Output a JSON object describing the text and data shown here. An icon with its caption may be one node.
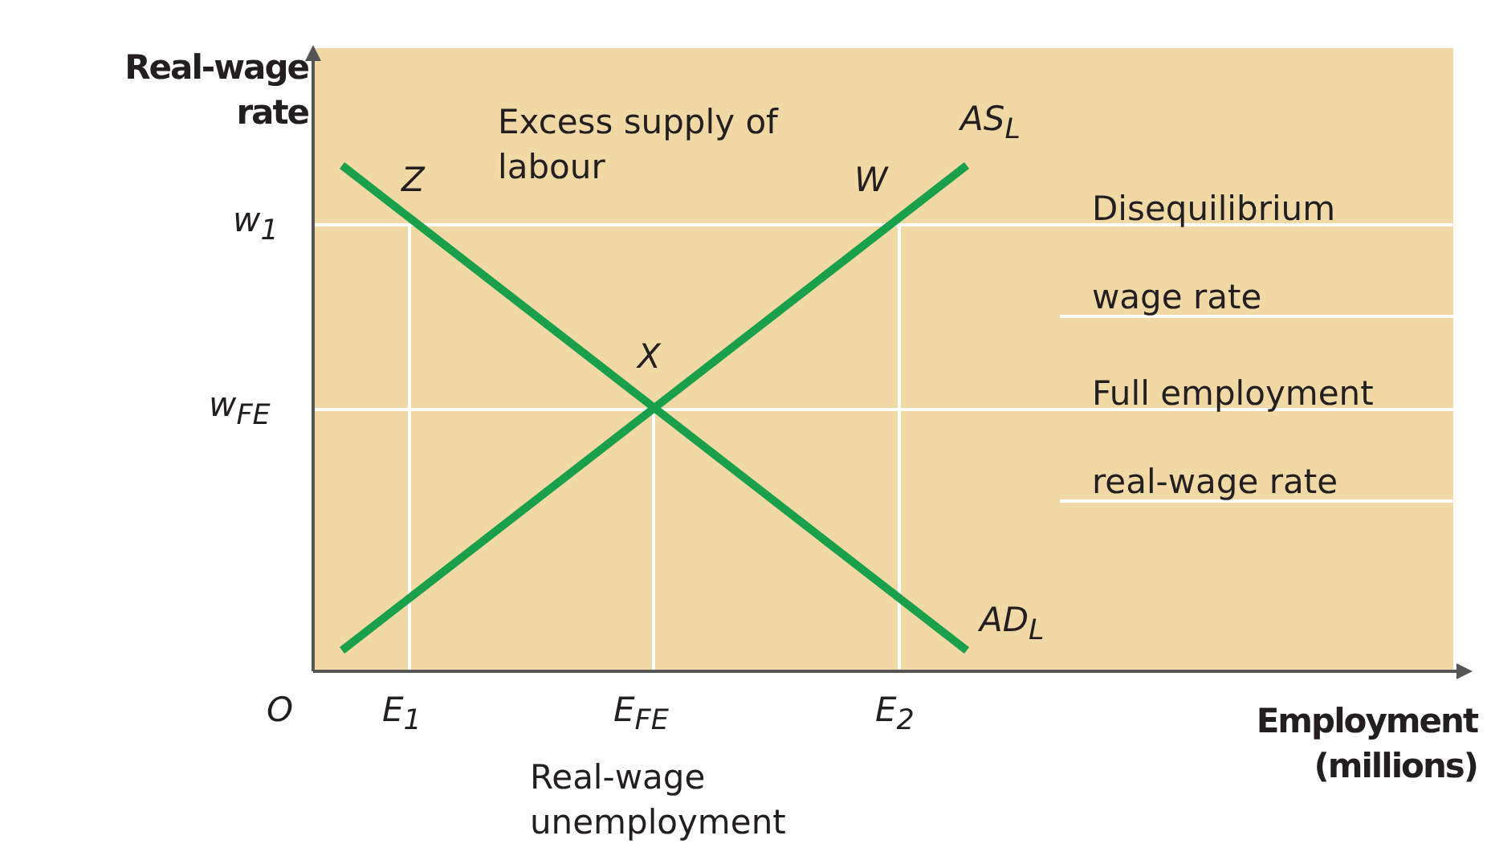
{
  "diagram": {
    "labels": [
      "Real-wage rate",
      "Excess supply of labour",
      "AS$_{L}$",
      "Z",
      "W",
      "Disequilibrium wage rate",
      "w$_{1}$",
      "X",
      "Full employment real-wage rate",
      "w$_{FE}$",
      "AD$_{L}$",
      "O",
      "E$_{1}$",
      "E$_{FE}$",
      "E$_{2}$",
      "Employment (millions)",
      "Real-wage unemployment"
    ]
  }
}
